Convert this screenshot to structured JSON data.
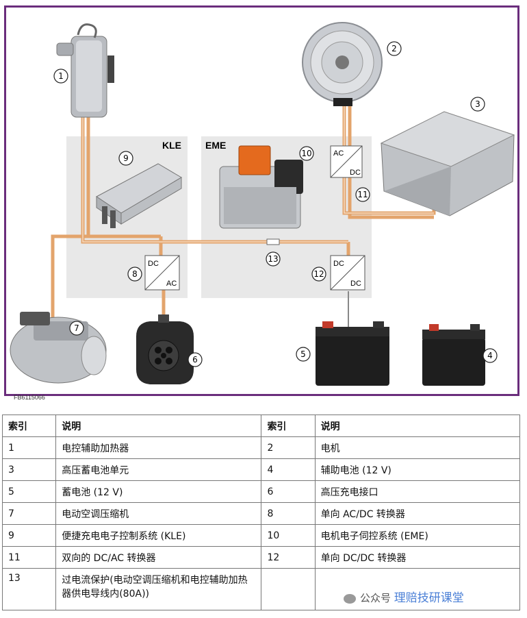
{
  "diagram": {
    "panels": {
      "kle": "KLE",
      "eme": "EME"
    },
    "converters": {
      "ac_dc_top": {
        "top": "AC",
        "bottom": "DC"
      },
      "dc_ac_8": {
        "top": "DC",
        "bottom": "AC"
      },
      "dc_dc_12": {
        "top": "DC",
        "bottom": "DC"
      }
    },
    "callouts": [
      "1",
      "2",
      "3",
      "4",
      "5",
      "6",
      "7",
      "8",
      "9",
      "10",
      "11",
      "12",
      "13"
    ],
    "doc_code": "FB6115066",
    "colors": {
      "frame": "#6a2d7c",
      "hv_cable": "#e3a46c",
      "panel_bg": "#e8e8e8",
      "lv_cable": "#888888"
    }
  },
  "table": {
    "headers": [
      "索引",
      "说明",
      "索引",
      "说明"
    ],
    "rows": [
      [
        "1",
        "电控辅助加热器",
        "2",
        "电机"
      ],
      [
        "3",
        "高压蓄电池单元",
        "4",
        "辅助电池 (12 V)"
      ],
      [
        "5",
        "蓄电池 (12 V)",
        "6",
        "高压充电接口"
      ],
      [
        "7",
        "电动空调压缩机",
        "8",
        "单向 AC/DC 转换器"
      ],
      [
        "9",
        "便捷充电电子控制系统 (KLE)",
        "10",
        "电机电子伺控系统 (EME)"
      ],
      [
        "11",
        "双向的 DC/AC 转换器",
        "12",
        "单向 DC/DC 转换器"
      ],
      [
        "13",
        "过电流保护(电动空调压缩机和电控辅助加热器供电导线内(80A))",
        "",
        ""
      ]
    ]
  },
  "watermark": {
    "prefix": "公众号",
    "brand": "理赔技研课堂"
  }
}
